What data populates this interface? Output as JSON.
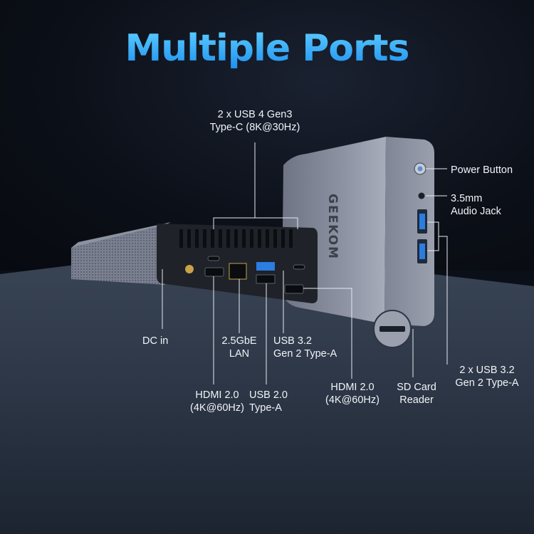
{
  "title": "Multiple Ports",
  "brand_text": "GEEKOM",
  "labels": {
    "usb4": [
      "2 x USB 4 Gen3",
      "Type-C (8K@30Hz)"
    ],
    "power": "Power Button",
    "audio": [
      "3.5mm",
      "Audio Jack"
    ],
    "dc": "DC in",
    "lan": [
      "2.5GbE",
      "LAN"
    ],
    "usb32_rear": [
      "USB 3.2",
      "Gen 2 Type-A"
    ],
    "hdmi_left": [
      "HDMI 2.0",
      "(4K@60Hz)"
    ],
    "usb20": [
      "USB 2.0",
      "Type-A"
    ],
    "hdmi_right": [
      "HDMI 2.0",
      "(4K@60Hz)"
    ],
    "sd": [
      "SD Card",
      "Reader"
    ],
    "usb32_front": [
      "2 x USB 3.2",
      "Gen 2 Type-A"
    ]
  },
  "colors": {
    "title_top": "#5fd0ff",
    "title_bottom": "#1d8ff0",
    "usb3_port": "#2a7de1"
  }
}
